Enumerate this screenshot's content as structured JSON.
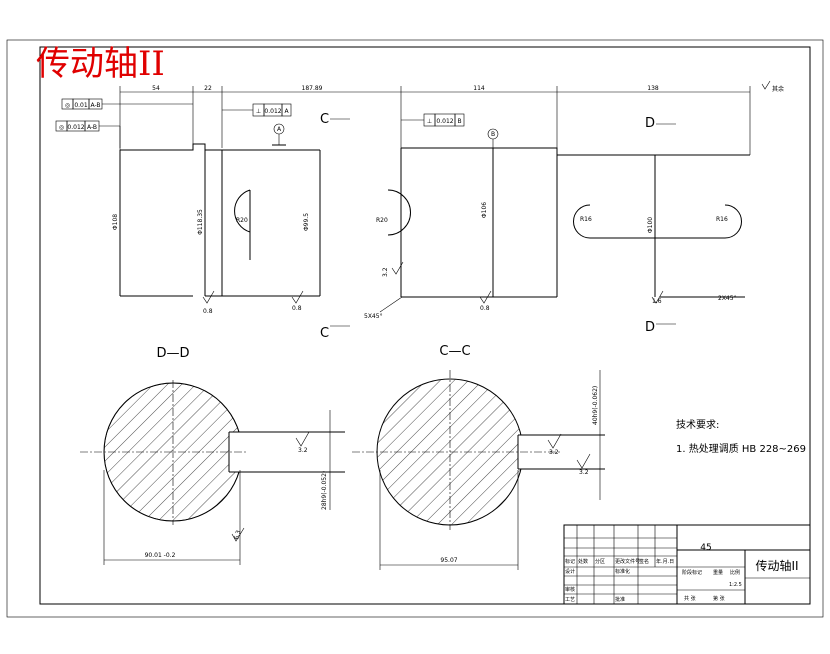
{
  "title": "传动轴II",
  "length_dims": {
    "d1": "54",
    "d2": "22",
    "d3": "187.89",
    "d4": "114",
    "d5": "138"
  },
  "diameter_dims": {
    "d1": "Φ108",
    "d2": "Φ118.35",
    "d3": "Φ99.5",
    "d4": "Φ106",
    "d5": "Φ100"
  },
  "tolerance_frames": [
    {
      "symbol": "◎",
      "value": "0.01",
      "datum": "A-B"
    },
    {
      "symbol": "◎",
      "value": "0.012",
      "datum": "A-B"
    },
    {
      "symbol": "⊥",
      "value": "0.012",
      "datum": "A"
    },
    {
      "symbol": "⊥",
      "value": "0.012",
      "datum": "B"
    }
  ],
  "datums": {
    "a": "A",
    "b": "B"
  },
  "radii": {
    "r1": "R20",
    "r2": "R20",
    "r3": "R16",
    "r4": "R16"
  },
  "chamfers": {
    "c1": "5X45°",
    "c2": "2X45°"
  },
  "roughness": {
    "r08a": "0.8",
    "r08b": "0.8",
    "r08c": "0.8",
    "r16": "1.6",
    "r32a": "3.2",
    "r32b": "3.2",
    "r32c": "3.2",
    "r32d": "3.2",
    "r63": "6.3",
    "others": "其余"
  },
  "section_marks": {
    "c_top": "C",
    "c_bottom": "C",
    "d_top": "D",
    "d_bottom": "D"
  },
  "sections": {
    "dd": {
      "label": "D—D",
      "width_dim": "90.01 -0.2",
      "key_dim": "28h9(-0.052)"
    },
    "cc": {
      "label": "C—C",
      "width_dim": "95.07",
      "key_dim": "40h9(-0.062)"
    }
  },
  "tech_requirements": {
    "heading": "技术要求:",
    "item1": "1. 热处理调质 HB 228~269"
  },
  "title_block": {
    "material": "45",
    "part_name": "传动轴II",
    "scale": "1:2.5",
    "headers": [
      "标记",
      "处数",
      "分区",
      "更改文件号",
      "签名",
      "年.月.日"
    ],
    "rows": [
      "设计",
      "审核",
      "工艺"
    ],
    "std": "标准化",
    "approve": "批准",
    "stage": "阶段标记",
    "weight": "重量",
    "ratio": "比例",
    "sheet_total": "共 张",
    "sheet_no": "第 张"
  }
}
